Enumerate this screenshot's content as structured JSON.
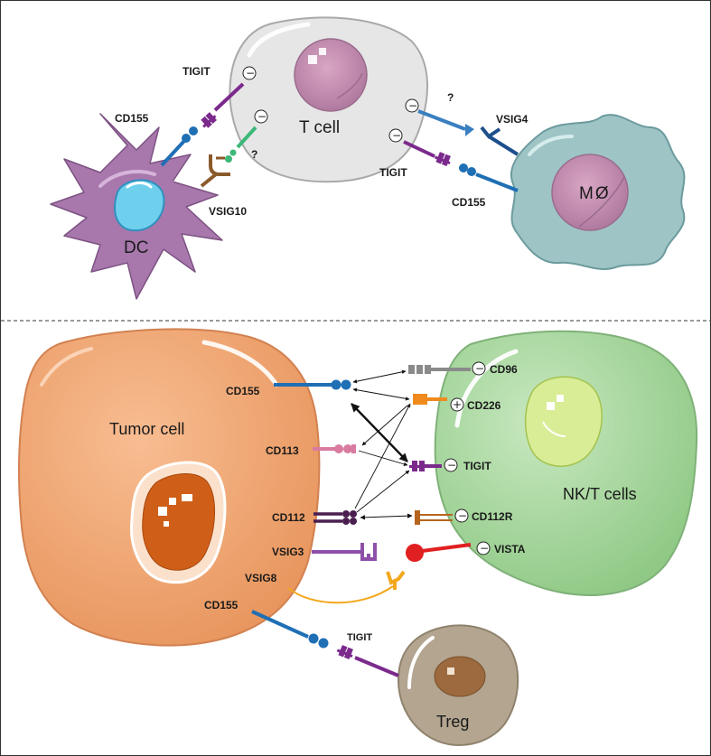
{
  "top_panel": {
    "t_cell": "T cell",
    "dc": "DC",
    "macrophage": "M",
    "macrophage_symbol": "Ø",
    "labels": {
      "tigit_left": "TIGIT",
      "cd155_left": "CD155",
      "vsig10": "VSIG10",
      "question_left": "?",
      "question_right": "?",
      "vsig4": "VSIG4",
      "tigit_right": "TIGIT",
      "cd155_right": "CD155"
    },
    "signs": {
      "inhibitory": "−"
    }
  },
  "bottom_panel": {
    "tumor_cell": "Tumor cell",
    "nk_t_cells": "NK/T cells",
    "treg": "Treg",
    "tumor_labels": {
      "cd155_top": "CD155",
      "cd113": "CD113",
      "cd112": "CD112",
      "vsig3": "VSIG3",
      "vsig8": "VSIG8",
      "cd155_bottom": "CD155"
    },
    "nk_labels": {
      "cd96": "CD96",
      "cd226": "CD226",
      "tigit": "TIGIT",
      "cd112r": "CD112R",
      "vista": "VISTA"
    },
    "treg_labels": {
      "tigit": "TIGIT"
    },
    "signs": {
      "inhibitory": "−",
      "activating": "+"
    }
  },
  "colors": {
    "cd155": "#1f6fb5",
    "tigit": "#7b2a8c",
    "vsig10_green": "#3cb878",
    "vsig10_brown": "#8b5a2b",
    "vsig4": "#1d4f8c",
    "cd96": "#8a8a8a",
    "cd226": "#f08a1c",
    "cd113": "#d97ba0",
    "cd112": "#4a1f4f",
    "cd112r": "#b5651d",
    "vsig3": "#8e4fa8",
    "vista": "#e02020",
    "vsig8": "#f2a81d",
    "tumor": "#f4a874",
    "nk": "#a8d8a0",
    "treg": "#b3a590",
    "t_cell": "#e4e4e4",
    "dc": "#a878ad",
    "macrophage": "#9ec4c6"
  }
}
